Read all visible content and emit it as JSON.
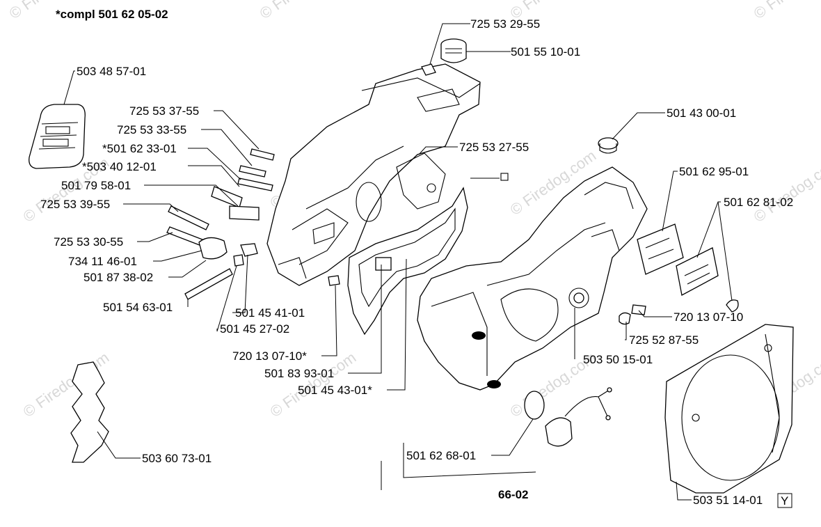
{
  "diagram": {
    "title": "*compl 501 62 05-02",
    "bottom_title": "66-02",
    "marker_y": "Y",
    "watermark": "© Firedog.com",
    "labels": [
      {
        "id": "p1",
        "text": "725 53 29-55"
      },
      {
        "id": "p2",
        "text": "501 55 10-01"
      },
      {
        "id": "p3",
        "text": "503 48 57-01"
      },
      {
        "id": "p4",
        "text": "725 53 37-55"
      },
      {
        "id": "p5",
        "text": "725 53 33-55"
      },
      {
        "id": "p6",
        "text": "*501 62 33-01"
      },
      {
        "id": "p7",
        "text": "*503 40 12-01"
      },
      {
        "id": "p8",
        "text": "501 79 58-01"
      },
      {
        "id": "p9",
        "text": "725 53 39-55"
      },
      {
        "id": "p10",
        "text": "725 53 30-55"
      },
      {
        "id": "p11",
        "text": "734 11 46-01"
      },
      {
        "id": "p12",
        "text": "501 87 38-02"
      },
      {
        "id": "p13",
        "text": "501 54 63-01"
      },
      {
        "id": "p14",
        "text": "501 45 41-01"
      },
      {
        "id": "p15",
        "text": "501 45 27-02"
      },
      {
        "id": "p16",
        "text": "720 13 07-10*"
      },
      {
        "id": "p17",
        "text": "501 83 93-01"
      },
      {
        "id": "p18",
        "text": "501 45 43-01*"
      },
      {
        "id": "p19",
        "text": "725 53 27-55"
      },
      {
        "id": "p20",
        "text": "501 43 00-01"
      },
      {
        "id": "p21",
        "text": "501 62 95-01"
      },
      {
        "id": "p22",
        "text": "501 62 81-02"
      },
      {
        "id": "p23",
        "text": "720 13 07-10"
      },
      {
        "id": "p24",
        "text": "725 52 87-55"
      },
      {
        "id": "p25",
        "text": "503 50 15-01"
      },
      {
        "id": "p26",
        "text": "503 60 73-01"
      },
      {
        "id": "p27",
        "text": "501 62 68-01"
      },
      {
        "id": "p28",
        "text": "503 51 14-01"
      }
    ]
  }
}
